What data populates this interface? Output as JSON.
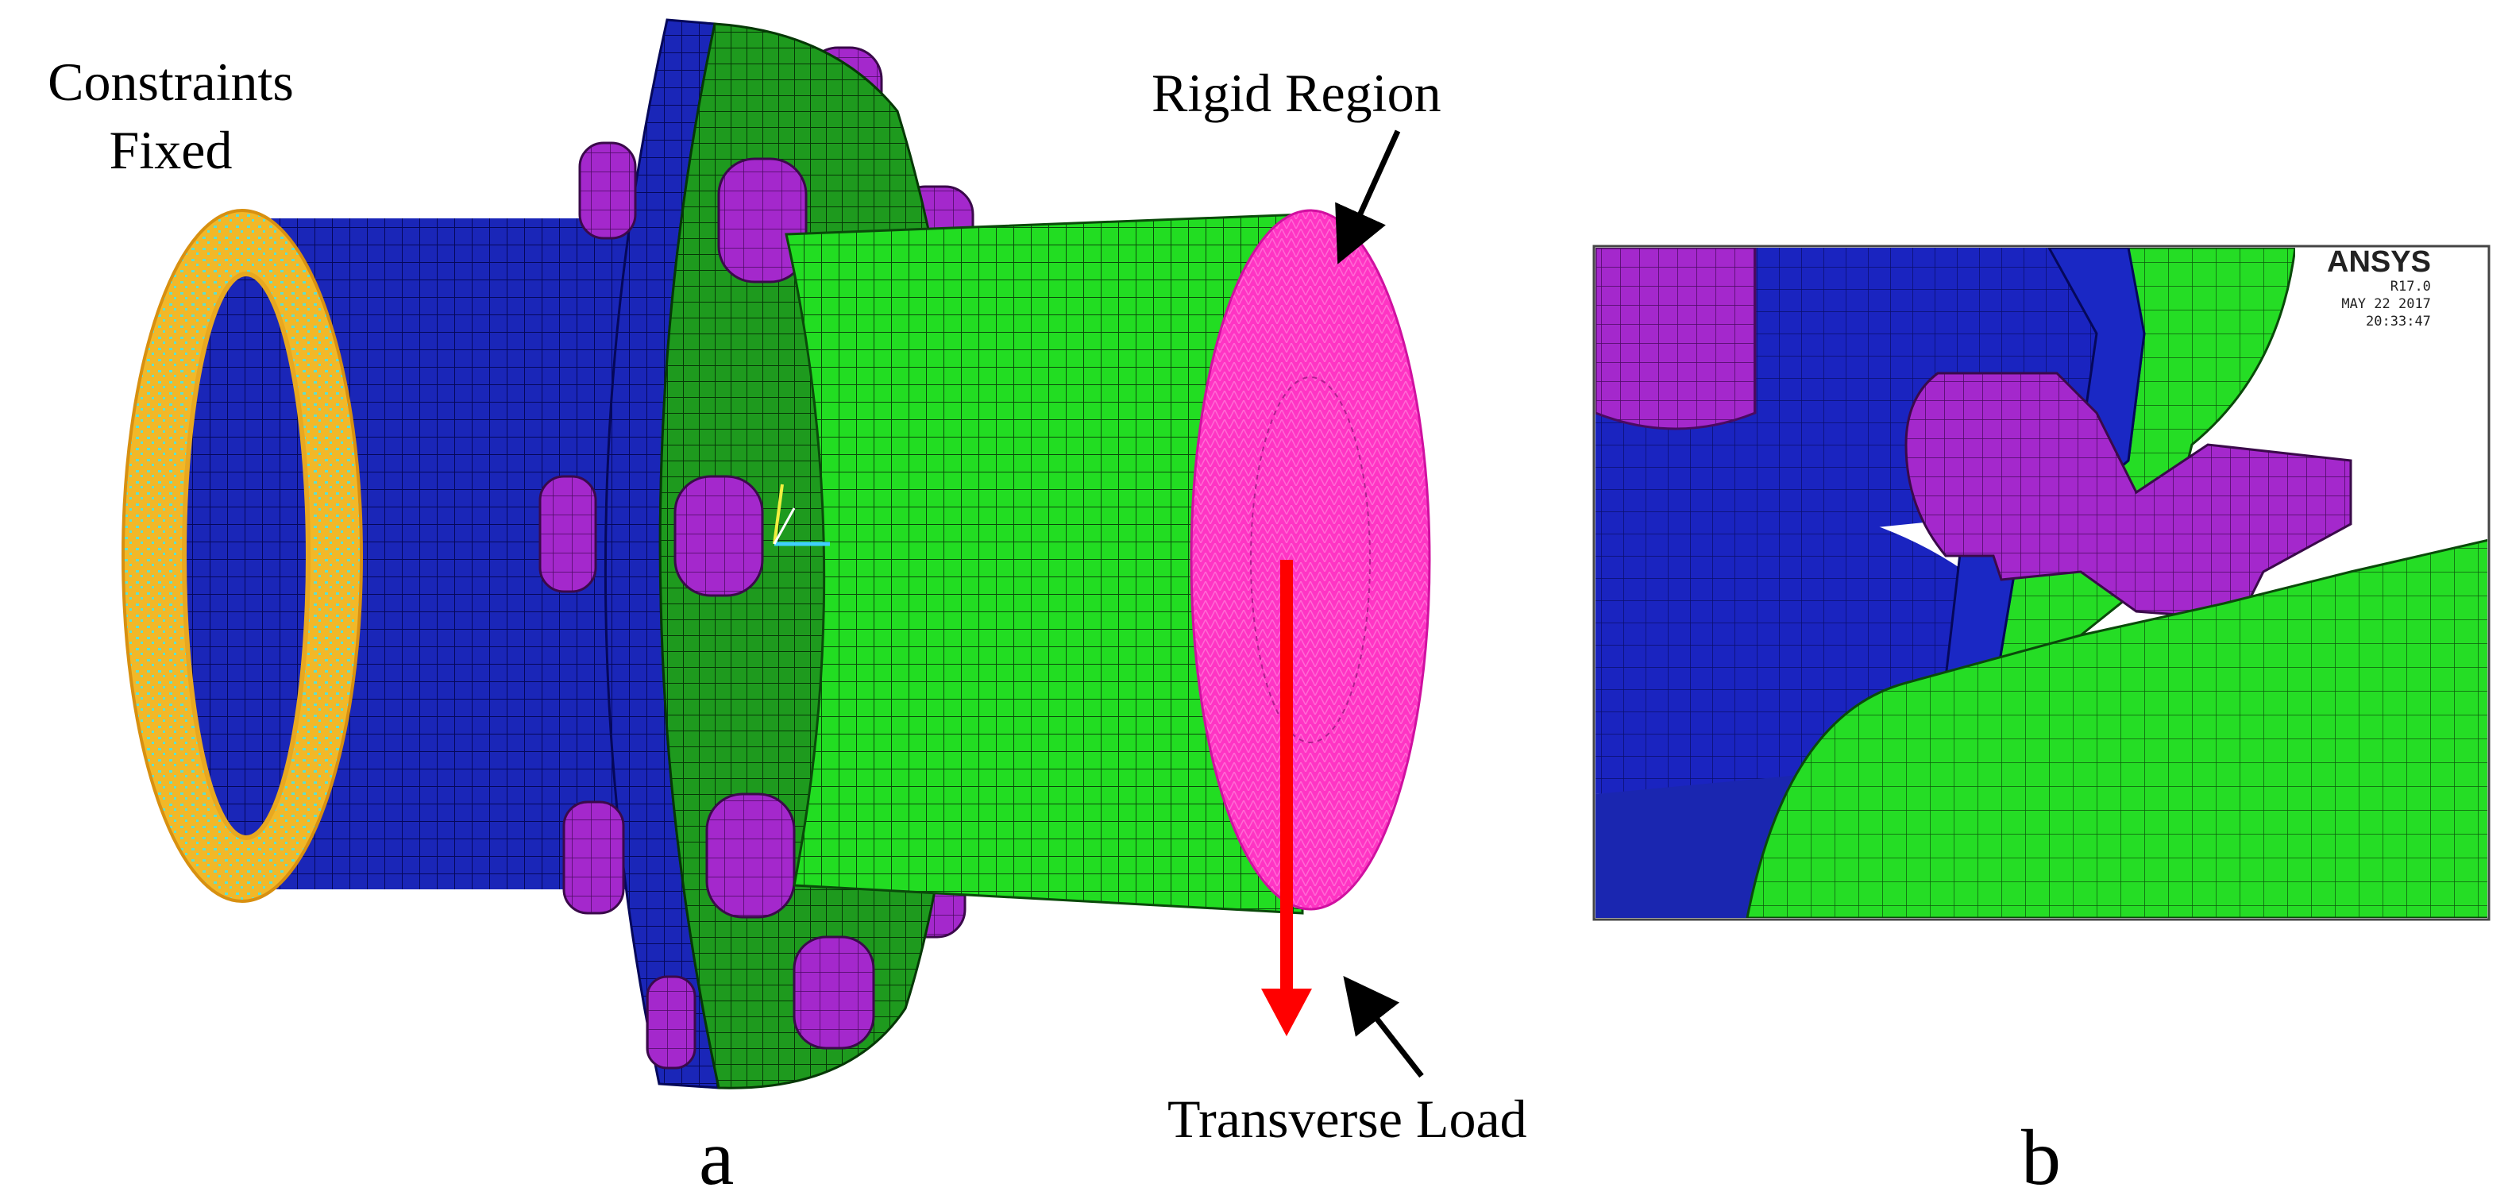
{
  "panel_a": {
    "label": "a",
    "constraints_label_line1": "Constraints",
    "constraints_label_line2": "Fixed",
    "rigid_region_label": "Rigid Region",
    "transverse_load_label": "Transverse Load"
  },
  "panel_b": {
    "label": "b",
    "software_brand": "ANSYS",
    "software_version": "R17.0",
    "date_stamp": "MAY 22 2017",
    "time_stamp": "20:33:47"
  },
  "colors": {
    "pipe_blue": "#1020b0",
    "pipe_green": "#18d818",
    "bolt_purple": "#a020c8",
    "constraint_yellow": "#f0b828",
    "constraint_cyan": "#50e0d0",
    "rigid_magenta": "#ff30c0",
    "load_red": "#ff0000"
  }
}
